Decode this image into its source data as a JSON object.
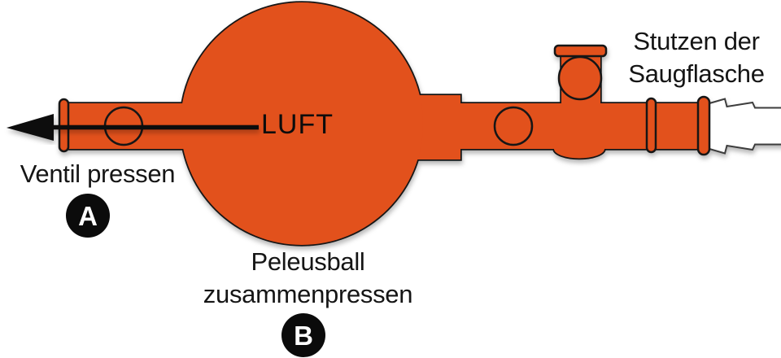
{
  "diagram": {
    "air_label": "LUFT",
    "annotations": {
      "valve": {
        "label": "Ventil pressen",
        "badge": "A"
      },
      "bulb": {
        "line1": "Peleusball",
        "line2": "zusammenpressen",
        "badge": "B"
      },
      "nozzle": {
        "line1": "Stutzen der",
        "line2": "Saugflasche"
      }
    },
    "colors": {
      "bulb_fill": "#e2511c",
      "outline": "#141414",
      "badge_bg": "#0b0b0b",
      "arrow": "#0c0c0c",
      "broken_tube_outline": "#3d3d3d"
    }
  }
}
